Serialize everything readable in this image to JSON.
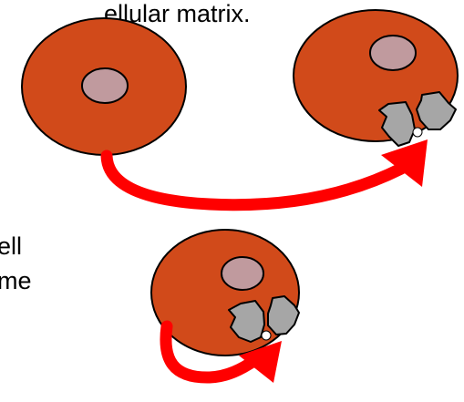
{
  "text": {
    "top_fragment": "ellular matrix.",
    "left_line_1": "ell",
    "left_line_2": "me"
  },
  "colors": {
    "cell_fill": "#D14A1A",
    "cell_stroke": "#000000",
    "nucleus_fill": "#C09A9E",
    "receptor_fill": "#A6A6A6",
    "arrow_red": "#FF0000",
    "background": "#FFFFFF"
  },
  "icons": {
    "cell": "cell-icon",
    "nucleus": "nucleus-icon",
    "receptor": "receptor-icon",
    "arrow": "signal-arrow-icon"
  }
}
